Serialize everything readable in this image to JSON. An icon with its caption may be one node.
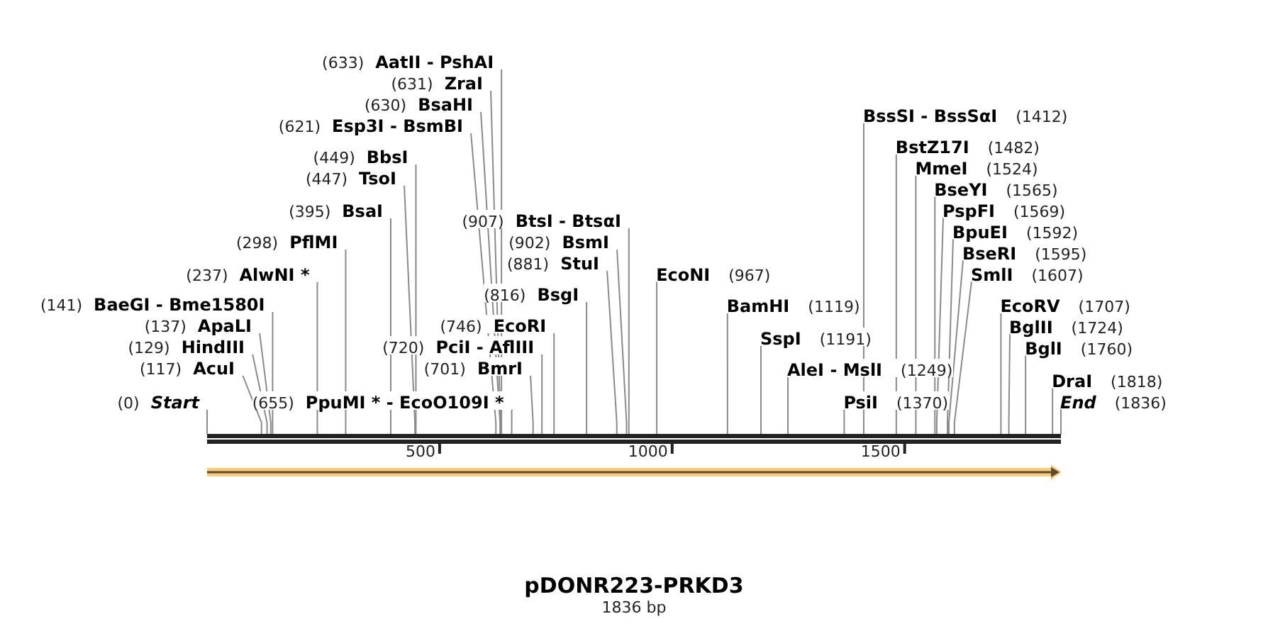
{
  "diagram": {
    "title": "pDONR223-PRKD3",
    "nodes": [
      {
        "text": [
          "(633)",
          "AatII - PshAI"
        ]
      },
      {
        "text": [
          "(631)",
          "ZraI"
        ]
      },
      {
        "text": [
          "(630)",
          "BsaHI"
        ]
      },
      {
        "text": [
          "BssSI - BssSαI",
          "(1412)"
        ]
      },
      {
        "text": [
          "(621)",
          "Esp3I - BsmBI"
        ]
      },
      {
        "text": [
          "BstZ17I",
          "(1482)"
        ]
      },
      {
        "text": [
          "(449)",
          "BbsI"
        ]
      },
      {
        "text": [
          "MmeI",
          "(1524)"
        ]
      },
      {
        "text": [
          "(447)",
          "TsoI"
        ]
      },
      {
        "text": [
          "BseYI",
          "(1565)"
        ]
      },
      {
        "text": [
          "(395)",
          "BsaI"
        ]
      },
      {
        "text": [
          "PspFI",
          "(1569)"
        ]
      },
      {
        "text": [
          "(907)",
          "BtsI - BtsαI"
        ]
      },
      {
        "text": [
          "BpuEI",
          "(1592)"
        ]
      },
      {
        "text": [
          "(298)",
          "PflMI"
        ]
      },
      {
        "text": [
          "(902)",
          "BsmI"
        ]
      },
      {
        "text": [
          "BseRI",
          "(1595)"
        ]
      },
      {
        "text": [
          "(881)",
          "StuI"
        ]
      },
      {
        "text": [
          "(237)",
          "AlwNI *"
        ]
      },
      {
        "text": [
          "EcoNI",
          "(967)"
        ]
      },
      {
        "text": [
          "SmlI",
          "(1607)"
        ]
      },
      {
        "text": [
          "(816)",
          "BsgI"
        ]
      },
      {
        "text": [
          "(141)",
          "BaeGI - Bme1580I"
        ]
      },
      {
        "text": [
          "BamHI",
          "(1119)"
        ]
      },
      {
        "text": [
          "EcoRV",
          "(1707)"
        ]
      },
      {
        "text": [
          "(137)",
          "ApaLI"
        ]
      },
      {
        "text": [
          "(746)",
          "EcoRI"
        ]
      },
      {
        "text": [
          "BglII",
          "(1724)"
        ]
      },
      {
        "text": [
          "SspI",
          "(1191)"
        ]
      },
      {
        "text": [
          "(129)",
          "HindIII"
        ]
      },
      {
        "text": [
          "(720)",
          "PciI - AflIII"
        ]
      },
      {
        "text": [
          "BglI",
          "(1760)"
        ]
      },
      {
        "text": [
          "(117)",
          "AcuI"
        ]
      },
      {
        "text": [
          "(701)",
          "BmrI"
        ]
      },
      {
        "text": [
          "AleI - MslI",
          "(1249)"
        ]
      },
      {
        "text": [
          "DraI",
          "(1818)"
        ]
      },
      {
        "text": [
          "(0)",
          "Start"
        ]
      },
      {
        "text": [
          "(655)",
          "PpuMI * - EcoO109I *"
        ]
      },
      {
        "text": [
          "PsiI",
          "(1370)"
        ]
      },
      {
        "text": [
          "End",
          "(1836)"
        ]
      },
      {
        "text": [],
        "shape": "bar"
      }
    ],
    "edges": [
      {
        "from": 0,
        "to": 40,
        "arrow": "none"
      },
      {
        "from": 1,
        "to": 40,
        "arrow": "none"
      },
      {
        "from": 2,
        "to": 40,
        "arrow": "none"
      },
      {
        "from": 3,
        "to": 40,
        "arrow": "none"
      },
      {
        "from": 4,
        "to": 40,
        "arrow": "none"
      },
      {
        "from": 5,
        "to": 40,
        "arrow": "none"
      },
      {
        "from": 6,
        "to": 40,
        "arrow": "none"
      },
      {
        "from": 7,
        "to": 40,
        "arrow": "none"
      },
      {
        "from": 8,
        "to": 40,
        "arrow": "none"
      },
      {
        "from": 9,
        "to": 40,
        "arrow": "none"
      },
      {
        "from": 10,
        "to": 40,
        "arrow": "none"
      },
      {
        "from": 11,
        "to": 40,
        "arrow": "none"
      },
      {
        "from": 12,
        "to": 40,
        "arrow": "none"
      },
      {
        "from": 13,
        "to": 40,
        "arrow": "none"
      },
      {
        "from": 14,
        "to": 40,
        "arrow": "none"
      },
      {
        "from": 15,
        "to": 40,
        "arrow": "none"
      },
      {
        "from": 16,
        "to": 40,
        "arrow": "none"
      },
      {
        "from": 17,
        "to": 40,
        "arrow": "none"
      },
      {
        "from": 18,
        "to": 40,
        "arrow": "none"
      },
      {
        "from": 19,
        "to": 40,
        "arrow": "none"
      },
      {
        "from": 20,
        "to": 40,
        "arrow": "none"
      },
      {
        "from": 21,
        "to": 40,
        "arrow": "none"
      },
      {
        "from": 22,
        "to": 40,
        "arrow": "none"
      },
      {
        "from": 23,
        "to": 40,
        "arrow": "none"
      },
      {
        "from": 24,
        "to": 40,
        "arrow": "none"
      },
      {
        "from": 25,
        "to": 40,
        "arrow": "none"
      },
      {
        "from": 26,
        "to": 40,
        "arrow": "none"
      },
      {
        "from": 27,
        "to": 40,
        "arrow": "none"
      },
      {
        "from": 28,
        "to": 40,
        "arrow": "none"
      },
      {
        "from": 29,
        "to": 40,
        "arrow": "none"
      },
      {
        "from": 30,
        "to": 40,
        "arrow": "none"
      },
      {
        "from": 31,
        "to": 40,
        "arrow": "none"
      },
      {
        "from": 32,
        "to": 40,
        "arrow": "none"
      },
      {
        "from": 33,
        "to": 40,
        "arrow": "none"
      },
      {
        "from": 34,
        "to": 40,
        "arrow": "none"
      },
      {
        "from": 35,
        "to": 40,
        "arrow": "none"
      },
      {
        "from": 36,
        "to": 40,
        "arrow": "none"
      },
      {
        "from": 37,
        "to": 40,
        "arrow": "none"
      },
      {
        "from": 38,
        "to": 40,
        "arrow": "none"
      },
      {
        "from": 39,
        "to": 40,
        "arrow": "none"
      }
    ],
    "labels": [
      "500",
      "1000",
      "1500",
      "1836 bp"
    ]
  }
}
